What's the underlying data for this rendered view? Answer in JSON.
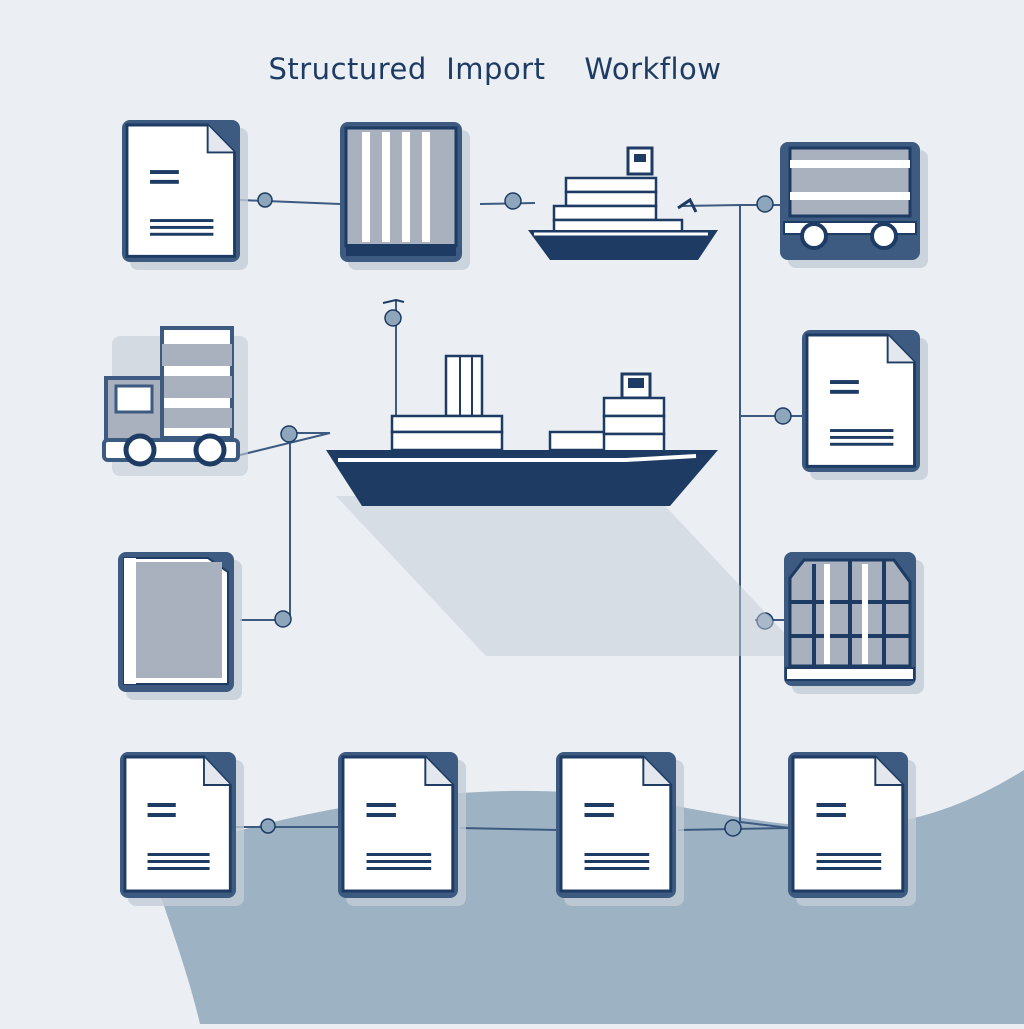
{
  "diagram": {
    "title": "Structured  Import    Workflow",
    "colors": {
      "background": "#ebeff3",
      "navy": "#1d3b63",
      "mid_blue": "#3d5a80",
      "gray_fill": "#a9b1bf",
      "node_fill": "#8ea6bc",
      "paper": "#ffffff",
      "shadow": "#c3ccd6",
      "wave": "#8fa7ba"
    },
    "nodes": [
      {
        "id": "doc-top-left",
        "icon": "document-icon"
      },
      {
        "id": "container-top",
        "icon": "shipping-container-icon"
      },
      {
        "id": "ship-small",
        "icon": "cargo-ship-icon"
      },
      {
        "id": "trailer-top-right",
        "icon": "trailer-icon"
      },
      {
        "id": "truck-left",
        "icon": "delivery-truck-icon"
      },
      {
        "id": "ship-large",
        "icon": "cargo-ship-icon"
      },
      {
        "id": "doc-right",
        "icon": "document-icon"
      },
      {
        "id": "folder-left",
        "icon": "folder-icon"
      },
      {
        "id": "crate-right",
        "icon": "pallet-crate-icon"
      },
      {
        "id": "doc-bottom-1",
        "icon": "document-icon"
      },
      {
        "id": "doc-bottom-2",
        "icon": "document-icon"
      },
      {
        "id": "doc-bottom-3",
        "icon": "document-icon"
      },
      {
        "id": "doc-bottom-4",
        "icon": "document-icon"
      }
    ]
  }
}
